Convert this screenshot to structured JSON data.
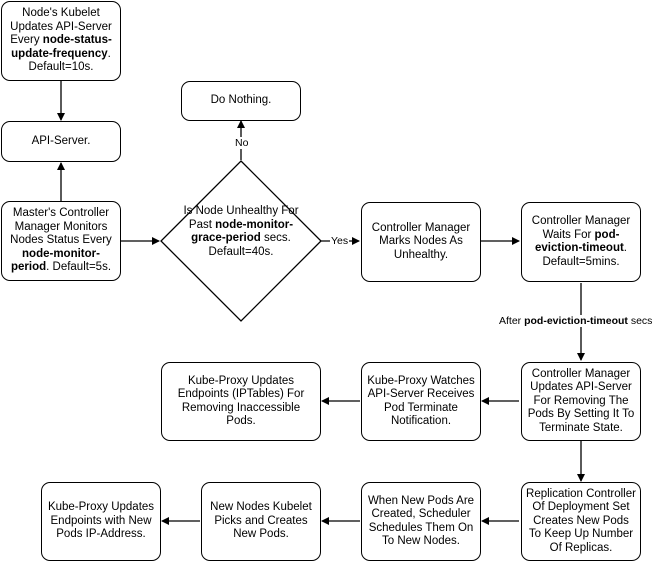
{
  "nodes": {
    "kubelet_update": {
      "parts": [
        {
          "t": "Node's Kubelet Updates API-Server Every ",
          "b": false
        },
        {
          "t": "node-status-update-frequency",
          "b": true
        },
        {
          "t": ". Default=10s.",
          "b": false
        }
      ]
    },
    "api_server": {
      "parts": [
        {
          "t": "API-Server.",
          "b": false
        }
      ]
    },
    "master_controller": {
      "parts": [
        {
          "t": "Master's Controller Manager Monitors Nodes Status Every ",
          "b": false
        },
        {
          "t": "node-monitor-period",
          "b": true
        },
        {
          "t": ". Default=5s.",
          "b": false
        }
      ]
    },
    "do_nothing": {
      "parts": [
        {
          "t": "Do Nothing.",
          "b": false
        }
      ]
    },
    "decision": {
      "parts": [
        {
          "t": "Is Node Unhealthy For Past ",
          "b": false
        },
        {
          "t": "node-monitor-grace-period",
          "b": true
        },
        {
          "t": " secs. Default=40s.",
          "b": false
        }
      ]
    },
    "marks_unhealthy": {
      "parts": [
        {
          "t": "Controller Manager Marks Nodes As Unhealthy.",
          "b": false
        }
      ]
    },
    "waits_eviction": {
      "parts": [
        {
          "t": "Controller Manager Waits For ",
          "b": false
        },
        {
          "t": "pod-eviction-timeout",
          "b": true
        },
        {
          "t": ". Default=5mins.",
          "b": false
        }
      ]
    },
    "update_terminate": {
      "parts": [
        {
          "t": "Controller Manager Updates API-Server For Removing The Pods By Setting It To Terminate State.",
          "b": false
        }
      ]
    },
    "proxy_watches": {
      "parts": [
        {
          "t": "Kube-Proxy Watches API-Server Receives Pod Terminate Notification.",
          "b": false
        }
      ]
    },
    "proxy_updates_iptables": {
      "parts": [
        {
          "t": "Kube-Proxy Updates Endpoints (IPTables) For Removing Inaccessible Pods.",
          "b": false
        }
      ]
    },
    "replication_controller": {
      "parts": [
        {
          "t": "Replication Controller Of Deployment Set Creates New Pods To Keep Up Number Of Replicas.",
          "b": false
        }
      ]
    },
    "scheduler": {
      "parts": [
        {
          "t": "When New Pods Are Created, Scheduler Schedules Them On To New Nodes.",
          "b": false
        }
      ]
    },
    "new_kubelet": {
      "parts": [
        {
          "t": "New Nodes Kubelet Picks and Creates New Pods.",
          "b": false
        }
      ]
    },
    "proxy_updates_new": {
      "parts": [
        {
          "t": "Kube-Proxy Updates Endpoints with New Pods IP-Address.",
          "b": false
        }
      ]
    }
  },
  "edge_labels": {
    "no": {
      "parts": [
        {
          "t": "No",
          "b": false
        }
      ]
    },
    "yes": {
      "parts": [
        {
          "t": "Yes",
          "b": false
        }
      ]
    },
    "after_timeout": {
      "parts": [
        {
          "t": "After ",
          "b": false
        },
        {
          "t": "pod-eviction-timeout",
          "b": true
        },
        {
          "t": " secs",
          "b": false
        }
      ]
    }
  }
}
